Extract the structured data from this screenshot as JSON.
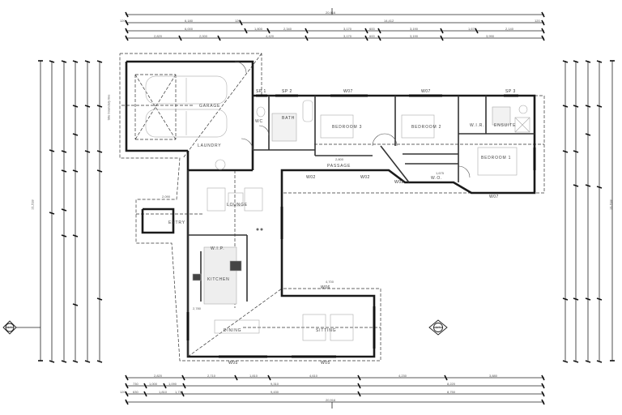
{
  "drawing": {
    "type": "floor-plan",
    "overall_width": "20,916",
    "overall_depth": "21,518",
    "section_markers": [
      {
        "id": "left",
        "label": "1/4"
      },
      {
        "id": "right",
        "label": "1/4"
      }
    ]
  },
  "rooms": {
    "garage": "GARAGE",
    "laundry": "LAUNDRY",
    "wc": "WC",
    "bath": "BATH",
    "bedroom3": "BEDROOM 3",
    "bedroom2": "BEDROOM 2",
    "bedroom1": "BEDROOM 1",
    "wir": "W.I.R.",
    "ensuite": "ENSUITE",
    "passage": "PASSAGE",
    "lounge": "LOUNGE",
    "wip": "W.I.P.",
    "kitchen": "KITCHEN",
    "dining": "DINING",
    "sitting": "SITTING",
    "wo": "W.O.",
    "entry": "ENTRY"
  },
  "window_tags": {
    "sp1": "SP 1",
    "sp2": "SP 2",
    "sp3": "SP 3",
    "w07a": "W07",
    "w07b": "W07",
    "w02a": "W02",
    "w02b": "W02",
    "w02c": "W02",
    "w05a": "W05",
    "w05b": "W05",
    "w06": "W06",
    "w07c": "W07"
  },
  "side_note": "Site boundary line",
  "dimensions": {
    "top_overall": "20,916",
    "top_row1": [
      "120",
      "6,180",
      "120",
      "14,412",
      "120"
    ],
    "top_row2": [
      "90",
      "6,000",
      "90",
      "1,800",
      "90",
      "2,340",
      "90",
      "3,170",
      "90",
      "600",
      "90",
      "3,190",
      "90",
      "1,670",
      "90",
      "2,140",
      "90"
    ],
    "top_row3": [
      "90",
      "2,820",
      "90",
      "2,000",
      "90",
      "4,420",
      "90",
      "3,170",
      "90",
      "600",
      "90",
      "3,190",
      "90",
      "3,990",
      "90"
    ],
    "bottom_row1": [
      "90",
      "2,820",
      "90",
      "2,710",
      "90",
      "1,810",
      "90",
      "4,610",
      "90",
      "4,230",
      "90",
      "3,880",
      "90"
    ],
    "bottom_row2": [
      "90",
      "730",
      "1,000",
      "1,090",
      "90",
      "9,310",
      "90",
      "8,220",
      "90"
    ],
    "bottom_row3": [
      "120",
      "630",
      "1,810",
      "1,730",
      "9,430",
      "120",
      "8,750",
      "120"
    ],
    "bottom_overall": "20,916",
    "passage_width": "2,800",
    "lounge_width": "2,090",
    "sitting_dim": "4,700",
    "wo_dim": "1,675",
    "kitchen_dim": "2,780",
    "left_overall": "21,518",
    "right_overall": "21,518"
  }
}
